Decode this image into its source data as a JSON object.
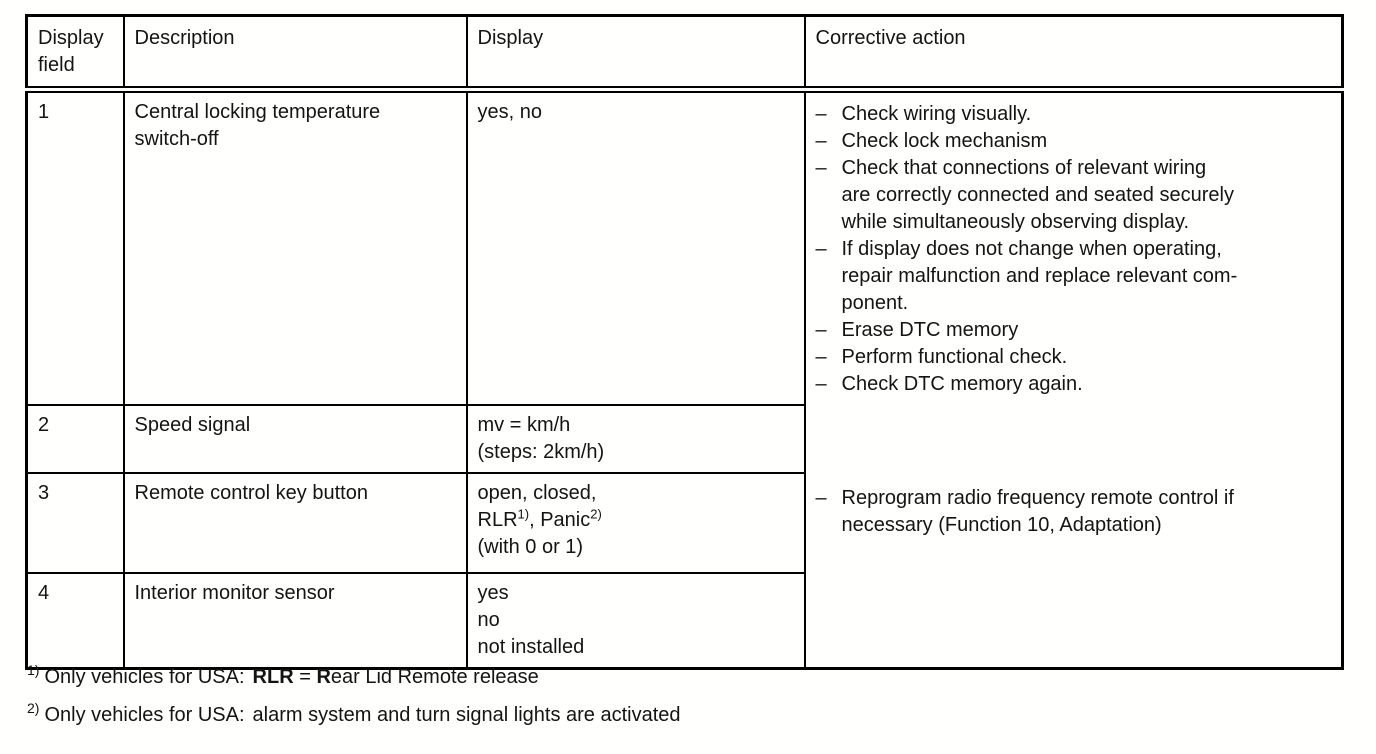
{
  "document": {
    "table": {
      "headers": {
        "field": "Display\nfield",
        "description": "Description",
        "display": "Display",
        "corrective": "Corrective action"
      },
      "rows": [
        {
          "field": "1",
          "description": "Central locking temperature\nswitch-off",
          "display": "yes, no"
        },
        {
          "field": "2",
          "description": "Speed signal",
          "display": "mv = km/h\n(steps: 2km/h)"
        },
        {
          "field": "3",
          "description": "Remote control key button",
          "display_parts": {
            "line1": "open, closed,",
            "rlr": "RLR",
            "sup1": "1)",
            "panic": ", Panic",
            "sup2": "2)",
            "line3": "(with 0 or 1)"
          }
        },
        {
          "field": "4",
          "description": "Interior monitor sensor",
          "display": "yes\nno\nnot installed"
        }
      ],
      "corrective": {
        "group1": [
          "Check wiring visually.",
          "Check lock mechanism",
          "Check that connections of relevant wiring\nare correctly connected and seated securely\nwhile simultaneously observing display.",
          "If display does not change when operating,\nrepair malfunction and replace relevant com-\nponent.",
          "Erase DTC memory",
          "Perform functional check.",
          "Check DTC memory again."
        ],
        "group2": [
          "Reprogram radio frequency remote control if\nnecessary (Function 10, Adaptation)"
        ]
      }
    },
    "footnotes": [
      {
        "marker": "1)",
        "lead": "Only vehicles for USA:",
        "bold1": "RLR",
        "eq": " = ",
        "bold2": "R",
        "rest": "ear Lid Remote release"
      },
      {
        "marker": "2)",
        "lead": "Only vehicles for USA:",
        "rest": "alarm system and turn signal lights are activated"
      }
    ]
  }
}
